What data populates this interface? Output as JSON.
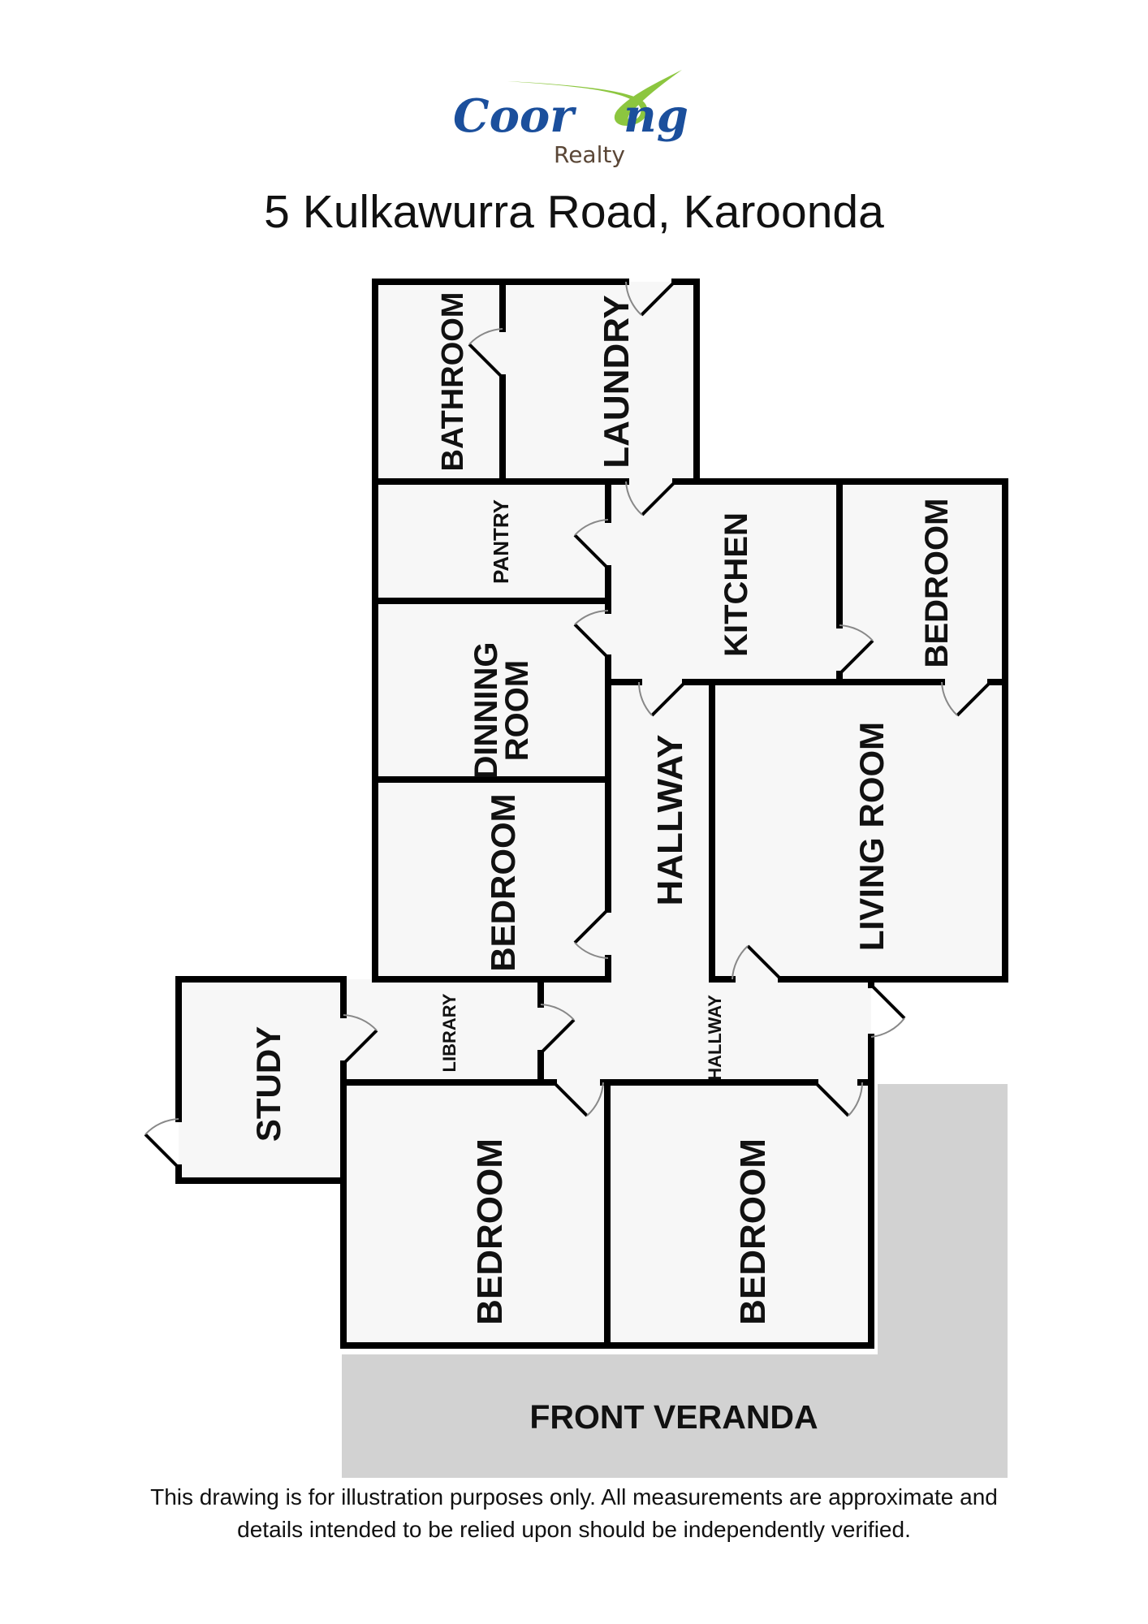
{
  "logo": {
    "brand_part1": "Coor",
    "brand_part2": "ng",
    "sub": "Realty",
    "colors": {
      "blue": "#1b4f9c",
      "green": "#8cc63f",
      "brown": "#5a4636"
    }
  },
  "title": "5 Kulkawurra Road, Karoonda",
  "rooms": {
    "bathroom": "BATHROOM",
    "laundry": "LAUNDRY",
    "pantry": "PANTRY",
    "kitchen": "KITCHEN",
    "bedroom_top_right": "BEDROOM",
    "dining_line1": "DINNING",
    "dining_line2": "ROOM",
    "hallway_main": "HALLWAY",
    "living_room": "LIVING ROOM",
    "bedroom_left": "BEDROOM",
    "library": "LIBRARY",
    "study": "STUDY",
    "hallway_lower": "HALLWAY",
    "bedroom_bottom_left": "BEDROOM",
    "bedroom_bottom_right": "BEDROOM",
    "front_veranda": "FRONT VERANDA"
  },
  "colors": {
    "wall": "#000000",
    "room_fill": "#f7f7f7",
    "veranda_fill": "#d2d2d2",
    "door_arc": "#888888"
  },
  "disclaimer": {
    "line1": "This drawing is for illustration purposes only. All measurements are approximate and",
    "line2": "details intended to be relied upon should be independently verified."
  }
}
